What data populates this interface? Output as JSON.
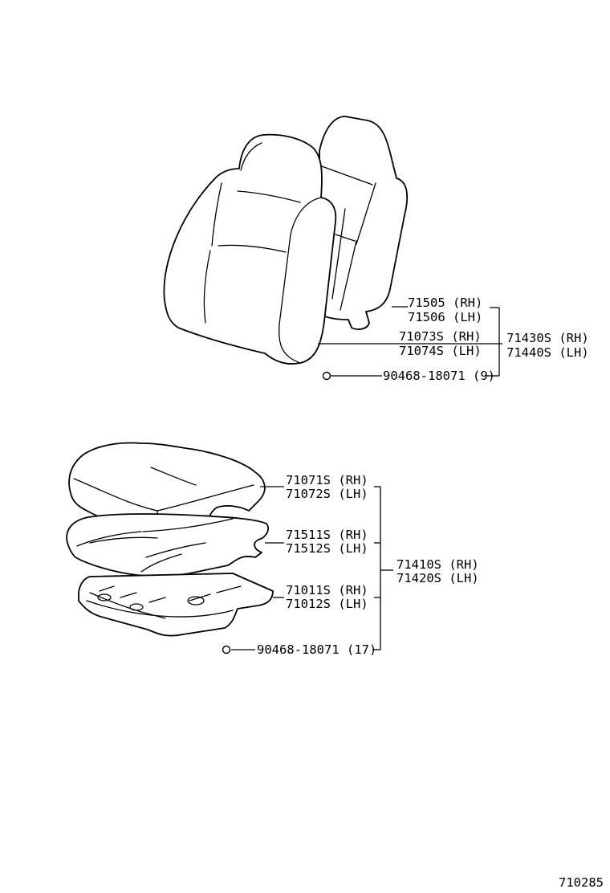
{
  "seat_back": {
    "frame_rh": "71505 (RH)",
    "frame_lh": "71506 (LH)",
    "cover_rh": "71073S (RH)",
    "cover_lh": "71074S (LH)",
    "hog_ring": "90468-18071 (9)",
    "assy_rh": "71430S (RH)",
    "assy_lh": "71440S (LH)"
  },
  "seat_cushion": {
    "cover_rh": "71071S (RH)",
    "cover_lh": "71072S (LH)",
    "pad_rh": "71511S (RH)",
    "pad_lh": "71512S (LH)",
    "frame_rh": "71011S (RH)",
    "frame_lh": "71012S (LH)",
    "hog_ring": "90468-18071 (17)",
    "assy_rh": "71410S (RH)",
    "assy_lh": "71420S (LH)"
  },
  "figure_number": "710285"
}
